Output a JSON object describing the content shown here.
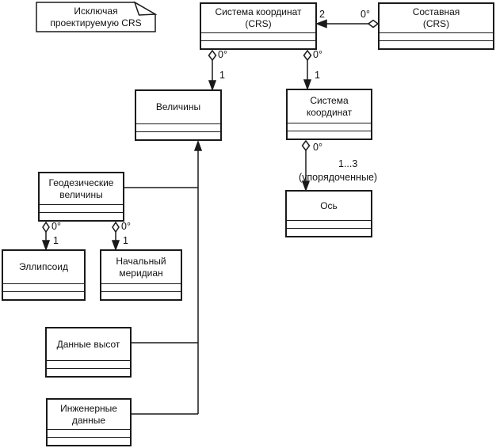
{
  "diagram": {
    "note": {
      "text": "Исключая\nпроектируемую CRS"
    },
    "classes": {
      "crs": {
        "name": "Система координат\n(CRS)"
      },
      "compound_crs": {
        "name": "Составная\n(CRS)"
      },
      "quantities": {
        "name": "Величины"
      },
      "coordinate_system": {
        "name": "Система\nкоординат"
      },
      "axis": {
        "name": "Ось"
      },
      "geodetic_quantities": {
        "name": "Геодезические\nвеличины"
      },
      "ellipsoid": {
        "name": "Эллипсоид"
      },
      "prime_meridian": {
        "name": "Начальный\nмеридиан"
      },
      "height_data": {
        "name": "Данные высот"
      },
      "engineering_data": {
        "name": "Инженерные\nданные"
      }
    },
    "multiplicities": {
      "zero_many": "0°",
      "one": "1",
      "two": "2",
      "one_to_three": "1...3",
      "ordered": "(упорядоченные)"
    },
    "colors": {
      "line": "#1a1a1a",
      "background": "#ffffff"
    }
  }
}
